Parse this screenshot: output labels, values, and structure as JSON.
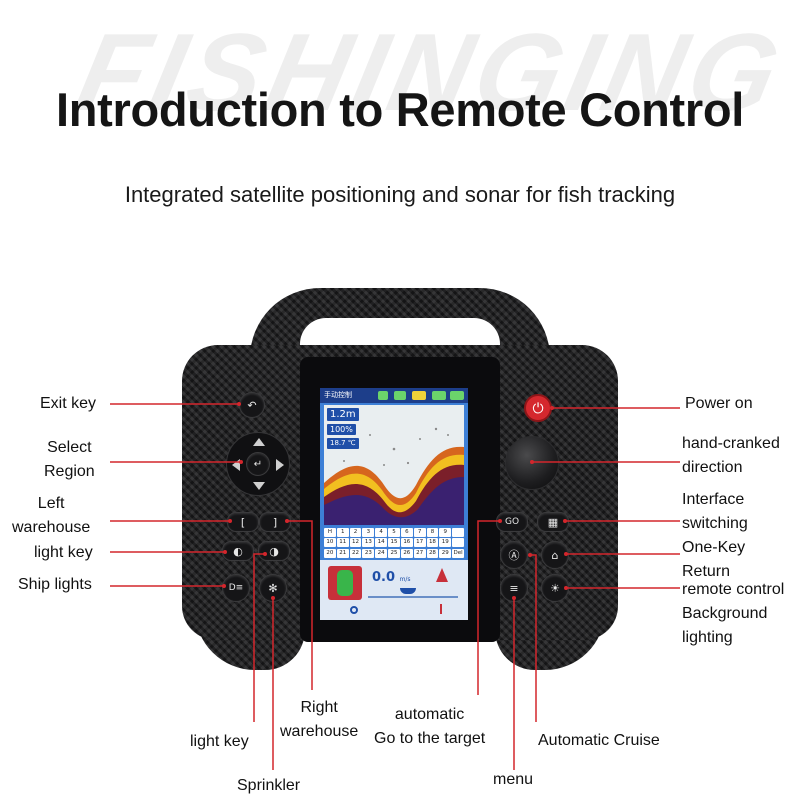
{
  "watermark": "FISHINGING",
  "title": "Introduction to Remote Control",
  "subtitle": "Integrated satellite positioning and sonar for fish tracking",
  "screen": {
    "topbar_text": "手动控制",
    "depth": "1.2m",
    "percent": "100%",
    "temperature": "18.7 ℃",
    "grid_cells": [
      "H",
      "1",
      "2",
      "3",
      "4",
      "5",
      "6",
      "7",
      "8",
      "9",
      "",
      "10",
      "11",
      "12",
      "13",
      "14",
      "15",
      "16",
      "17",
      "18",
      "19",
      "",
      "20",
      "21",
      "22",
      "23",
      "24",
      "25",
      "26",
      "27",
      "28",
      "29",
      "Del"
    ],
    "speed_value": "0.0",
    "speed_unit": "m/s"
  },
  "buttons": {
    "go_label": "GO"
  },
  "callouts": {
    "exit_key": "Exit key",
    "select_region": "Select\nRegion",
    "left_warehouse": "Left\nwarehouse",
    "light_key_left": "light key",
    "ship_lights": "Ship lights",
    "power_on": "Power on",
    "hand_cranked": "hand-cranked\ndirection",
    "interface_switching": "Interface\nswitching",
    "one_key_return": "One-Key\nReturn",
    "remote_background": "remote control\nBackground\nlighting",
    "right_warehouse": "Right\nwarehouse",
    "light_key_bottom": "light key",
    "automatic_go": "automatic\nGo to the target",
    "automatic_cruise": "Automatic Cruise",
    "menu": "menu",
    "sprinkler": "Sprinkler"
  },
  "colors": {
    "callout_line": "#d4262c",
    "power": "#d5282e",
    "screen_blue": "#3d7fd6"
  },
  "icons": {
    "exit": "return-arrow-icon",
    "dpad_center": "enter-icon",
    "left_warehouse": "left-bracket-icon",
    "right_warehouse": "right-bracket-icon",
    "light": "headlight-icon",
    "ship_lights": "ship-light-icon",
    "sprinkler": "sprinkler-icon",
    "go": "go-icon",
    "interface": "grid-icon",
    "auto_cruise": "anchor-icon",
    "home": "home-icon",
    "menu": "menu-icon",
    "backlight": "sun-icon",
    "power": "power-icon"
  }
}
